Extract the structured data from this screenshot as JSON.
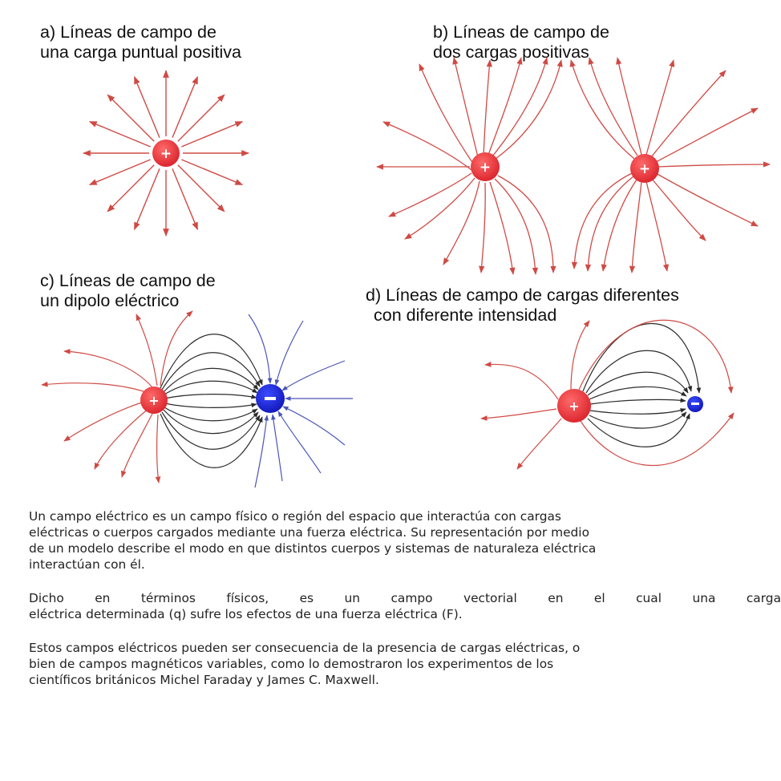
{
  "panels": [
    {
      "id": "a",
      "title_lines": [
        "a) Líneas de campo de",
        "una carga puntual positiva"
      ]
    },
    {
      "id": "b",
      "title_lines": [
        "b) Líneas de campo de",
        "dos cargas positivas"
      ]
    },
    {
      "id": "c",
      "title_lines": [
        "c) Líneas de campo de",
        "un dipolo eléctrico"
      ]
    },
    {
      "id": "d",
      "title_lines": [
        "d) Líneas de campo de cargas diferentes",
        "con diferente intensidad"
      ]
    }
  ],
  "charge_symbols": {
    "positive": "+",
    "negative": "−"
  },
  "colors": {
    "positive": "#e8343a",
    "negative": "#1c23d6",
    "field_red": "#cf4a44",
    "field_dark": "#2b2b2b",
    "field_blue": "#4a55b8"
  },
  "paragraphs": [
    {
      "lines": [
        "Un campo eléctrico es un campo físico o región del espacio que interactúa con cargas",
        "eléctricas o cuerpos cargados mediante una fuerza eléctrica. Su representación por medio",
        "de un modelo describe el modo en que distintos cuerpos y sistemas de naturaleza eléctrica",
        "interactúan con él."
      ]
    },
    {
      "lines": [
        "Dicho en términos físicos, es un campo vectorial en el cual una carga",
        "eléctrica determinada (q) sufre los efectos de una fuerza eléctrica (F)."
      ]
    },
    {
      "lines": [
        "Estos campos eléctricos pueden ser consecuencia de la presencia de cargas eléctricas, o",
        "bien de campos magnéticos variables, como lo demostraron los experimentos de los",
        "científicos británicos Michel Faraday y James C. Maxwell."
      ]
    }
  ]
}
